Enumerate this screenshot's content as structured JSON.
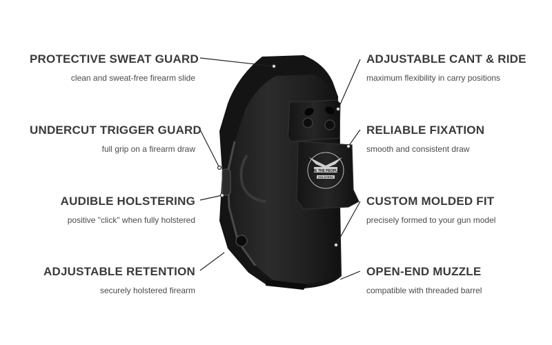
{
  "badge": {
    "line1": "WE THE PEOPLE",
    "line2": "HOLSTERS"
  },
  "features": {
    "left": [
      {
        "title": "PROTECTIVE SWEAT GUARD",
        "desc": "clean and sweat-free firearm slide"
      },
      {
        "title": "UNDERCUT TRIGGER GUARD",
        "desc": "full grip on a firearm draw"
      },
      {
        "title": "AUDIBLE HOLSTERING",
        "desc": "positive \"click\" when fully holstered"
      },
      {
        "title": "ADJUSTABLE RETENTION",
        "desc": "securely holstered firearm"
      }
    ],
    "right": [
      {
        "title": "ADJUSTABLE CANT & RIDE",
        "desc": "maximum flexibility in carry positions"
      },
      {
        "title": "RELIABLE FIXATION",
        "desc": "smooth and consistent draw"
      },
      {
        "title": "CUSTOM MOLDED FIT",
        "desc": "precisely formed to your gun model"
      },
      {
        "title": "OPEN-END MUZZLE",
        "desc": "compatible with threaded barrel"
      }
    ]
  }
}
